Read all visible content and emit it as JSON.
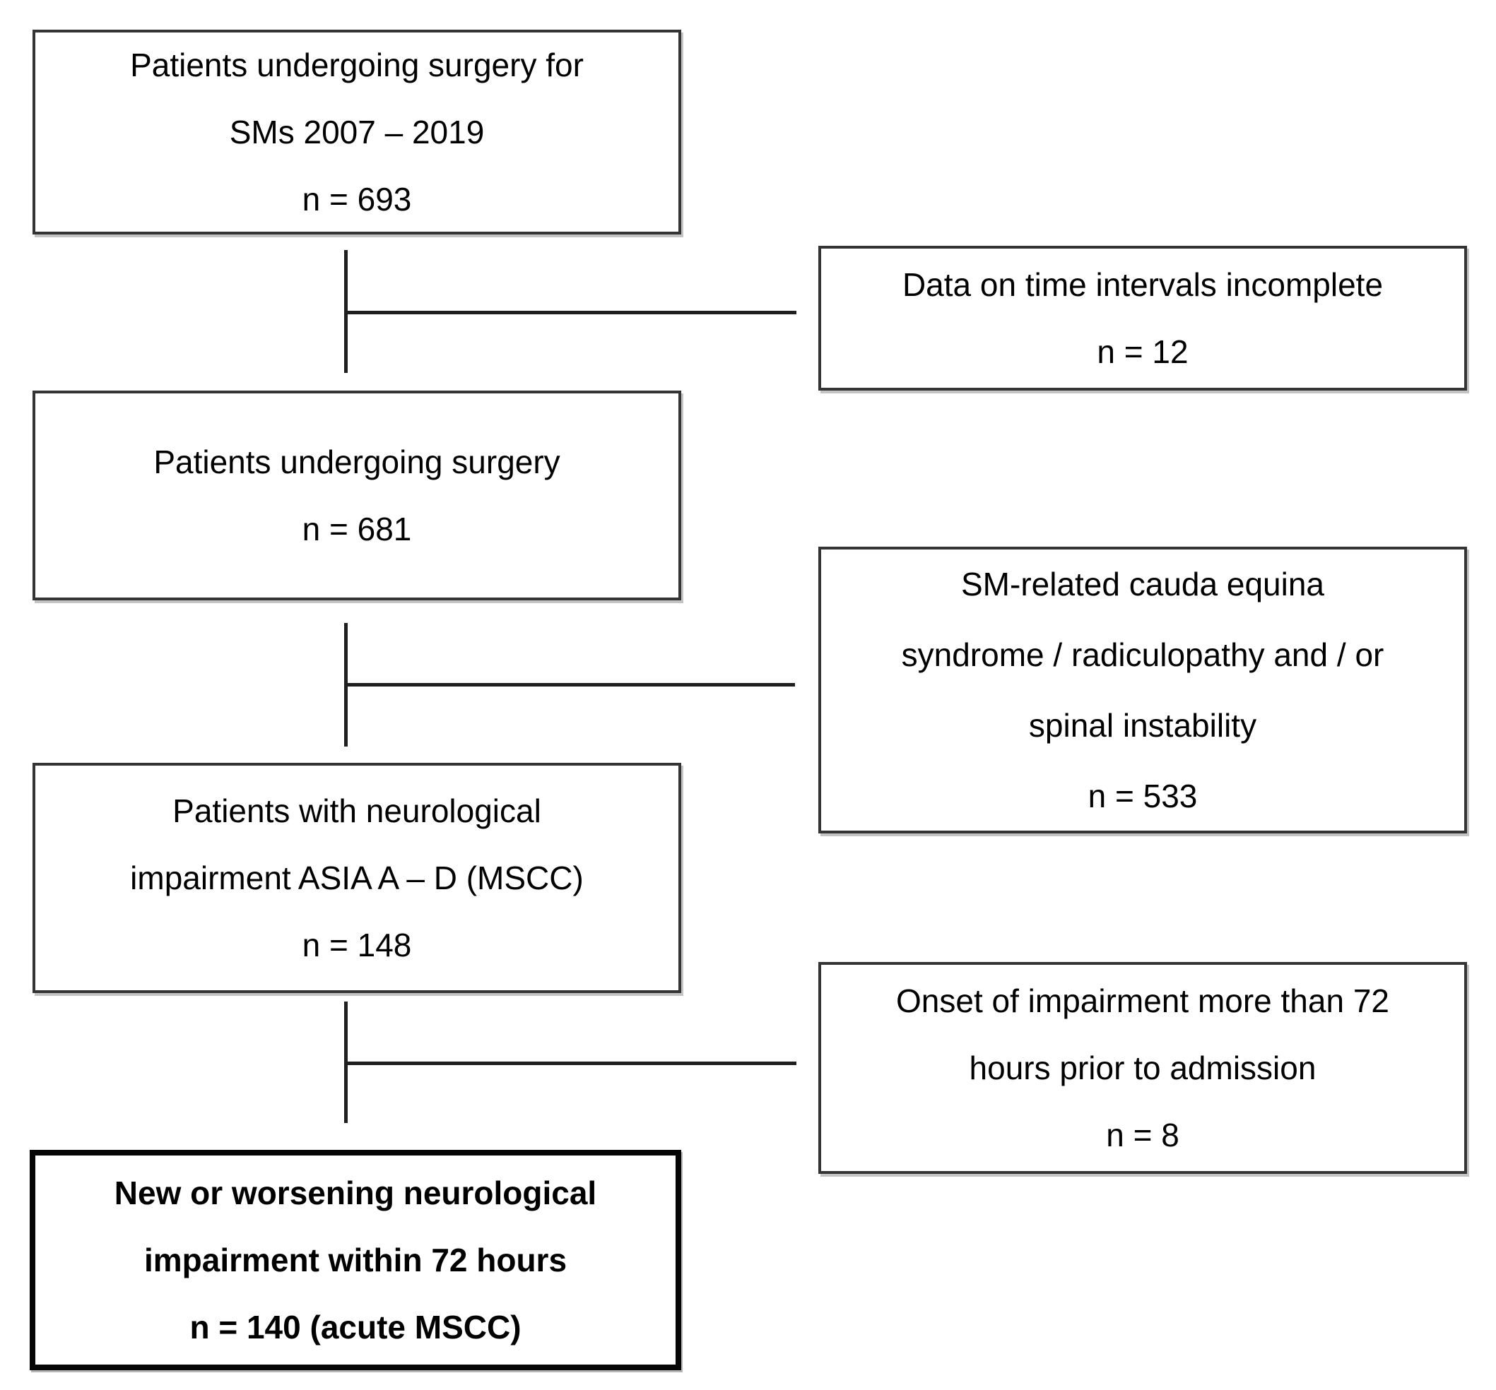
{
  "colors": {
    "background": "#ffffff",
    "text": "#000000",
    "box_border": "#343434",
    "emphasis_border": "#060606",
    "connector_line": "#1f1f1f"
  },
  "flow": {
    "main_boxes": [
      {
        "lines": [
          "Patients undergoing surgery for",
          "SMs 2007 – 2019",
          "n = 693"
        ]
      },
      {
        "lines": [
          "Patients undergoing surgery",
          "n = 681"
        ]
      },
      {
        "lines": [
          "Patients with neurological",
          "impairment ASIA A – D (MSCC)",
          "n = 148"
        ]
      },
      {
        "lines": [
          "New or worsening neurological",
          "impairment within 72 hours",
          "n = 140 (acute MSCC)"
        ]
      }
    ],
    "exclusion_boxes": [
      {
        "lines": [
          "Data on time intervals incomplete",
          "n = 12"
        ]
      },
      {
        "lines": [
          "SM-related cauda equina",
          "syndrome / radiculopathy and / or",
          "spinal instability",
          "n = 533"
        ]
      },
      {
        "lines": [
          "Onset of impairment more than 72",
          "hours prior to admission",
          "n = 8"
        ]
      }
    ]
  }
}
